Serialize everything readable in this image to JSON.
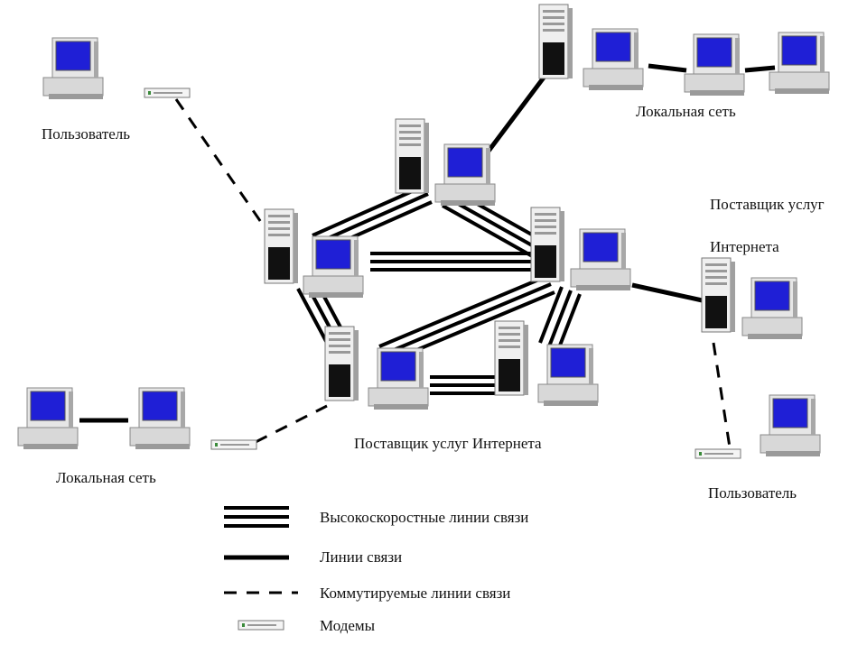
{
  "labels": {
    "user_top_left": "Пользователь",
    "lan_top_right": "Локальная сеть",
    "isp_right_line1": "Поставщик услуг",
    "isp_right_line2": "Интернета",
    "isp_center": "Поставщик услуг Интернета",
    "lan_bottom_left": "Локальная сеть",
    "user_bottom_right": "Пользователь"
  },
  "legend": {
    "high_speed": "Высокоскоростные линии связи",
    "lines": "Линии связи",
    "switched": "Коммутируемые линии связи",
    "modems": "Модемы"
  },
  "colors": {
    "screen": "#1f1fd6",
    "line": "#000000",
    "device_body": "#e4e4e4",
    "device_shadow": "#9a9a9a"
  }
}
